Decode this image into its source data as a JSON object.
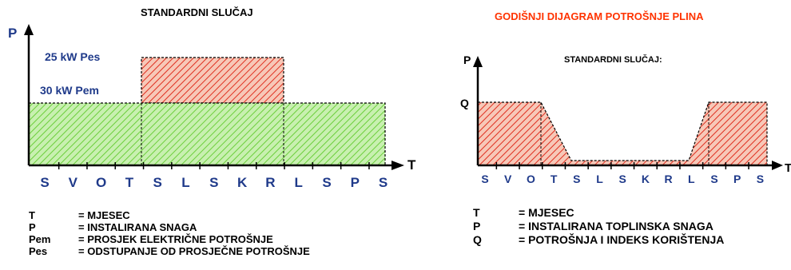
{
  "left": {
    "title": "STANDARDNI SLUČAJ",
    "y_axis": "P",
    "x_axis": "T",
    "label_pes": "25 kW  Pes",
    "label_pem": "30 kW  Pem",
    "months": [
      "S",
      "V",
      "O",
      "T",
      "S",
      "L",
      "S",
      "K",
      "R",
      "L",
      "S",
      "P",
      "S"
    ],
    "legend": [
      {
        "sym": "T",
        "desc": "= MJESEC"
      },
      {
        "sym": "P",
        "desc": "= INSTALIRANA SNAGA"
      },
      {
        "sym": "Pem",
        "desc": "= PROSJEK ELEKTRIČNE POTROŠNJE"
      },
      {
        "sym": "Pes",
        "desc": "= ODSTUPANJE OD PROSJEČNE POTROŠNJE"
      }
    ]
  },
  "right": {
    "title": "GODIŠNJI DIJAGRAM POTROŠNJE PLINA",
    "subtitle": "STANDARDNI SLUČAJ:",
    "y_axis": "P",
    "x_axis": "T",
    "y_label": "Q",
    "months": [
      "S",
      "V",
      "O",
      "T",
      "S",
      "L",
      "S",
      "K",
      "R",
      "L",
      "S",
      "P",
      "S"
    ],
    "legend": [
      {
        "sym": "T",
        "desc": "= MJESEC"
      },
      {
        "sym": "P",
        "desc": "= INSTALIRANA TOPLINSKA SNAGA"
      },
      {
        "sym": "Q",
        "desc": "= POTROŠNJA I INDEKS KORIŠTENJA"
      }
    ]
  },
  "colors": {
    "green_fill": "#c8f0b0",
    "green_hatch": "#6ccf3c",
    "red_fill": "#f7c8b8",
    "red_hatch": "#e03020",
    "label_blue": "#1f3a8a",
    "month_blue": "#1f3a8a",
    "title_red": "#ff3300"
  }
}
